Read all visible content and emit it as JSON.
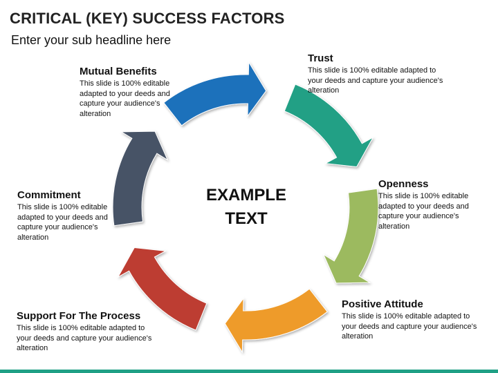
{
  "header": {
    "title": "CRITICAL (KEY) SUCCESS FACTORS",
    "subtitle": "Enter your sub headline here"
  },
  "center": {
    "line1": "EXAMPLE",
    "line2": "TEXT"
  },
  "factors": [
    {
      "title": "Trust",
      "description": "This slide is 100% editable adapted to your deeds and capture your audience's alteration",
      "color": "#21a085"
    },
    {
      "title": "Openness",
      "description": "This slide is 100% editable adapted to your deeds and capture your audience's alteration",
      "color": "#9cba5f"
    },
    {
      "title": "Positive Attitude",
      "description": "This slide is 100% editable adapted to your deeds and capture your audience's alteration",
      "color": "#ee9b2c"
    },
    {
      "title": "Support For The Process",
      "description": "This slide is 100% editable adapted to your deeds and capture your audience's alteration",
      "color": "#bd3c33"
    },
    {
      "title": "Commitment",
      "description": "This slide is 100% editable adapted to your deeds and capture your audience's alteration",
      "color": "#475366"
    },
    {
      "title": "Mutual Benefits",
      "description": "This slide is 100% editable adapted to your deeds and capture your audience's alteration",
      "color": "#1f71bb"
    }
  ],
  "footer": {
    "accent_color": "#1fa085"
  }
}
